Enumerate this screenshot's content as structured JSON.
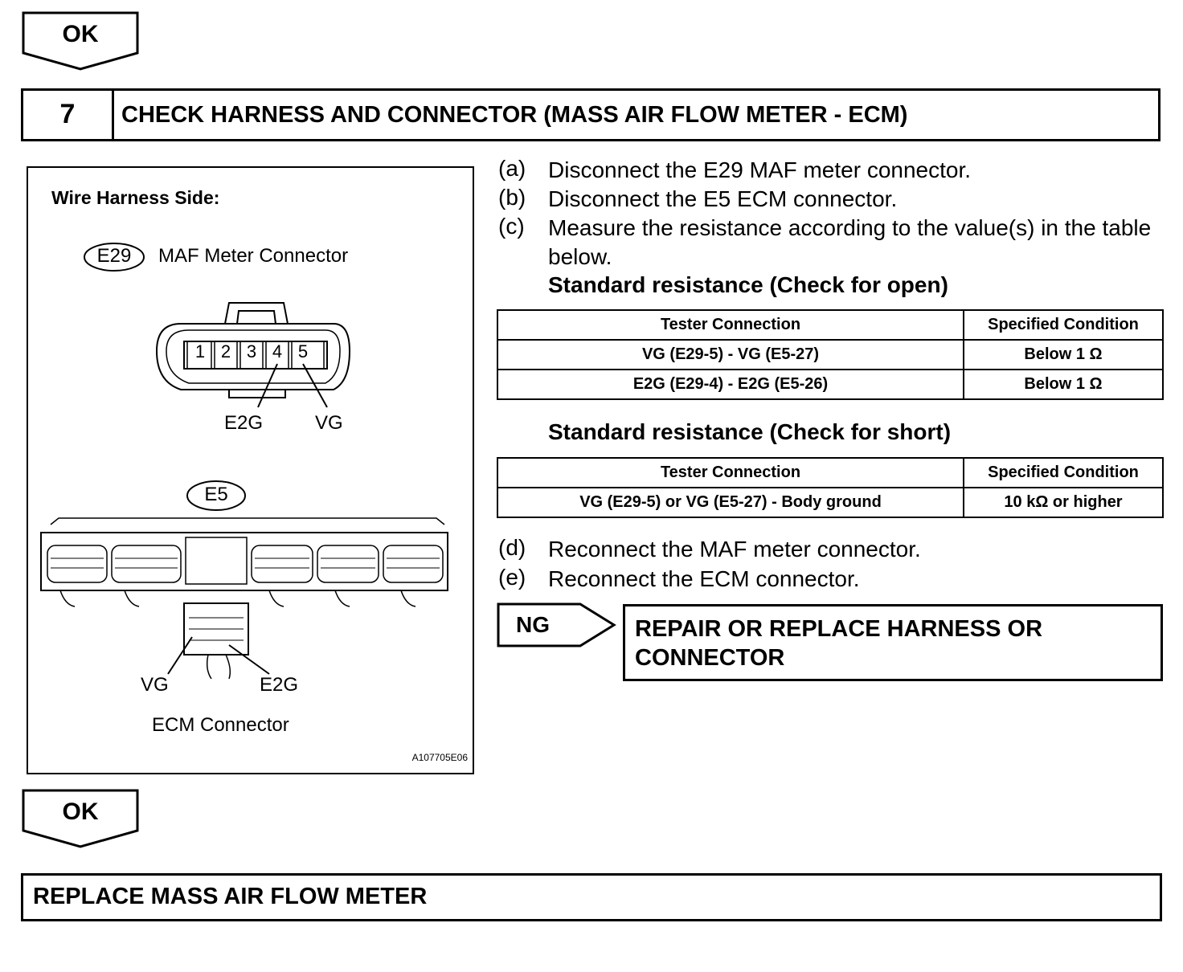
{
  "top_arrow": {
    "label": "OK"
  },
  "step": {
    "number": "7",
    "title": "CHECK HARNESS AND CONNECTOR (MASS AIR FLOW METER - ECM)"
  },
  "figure": {
    "heading": "Wire Harness Side:",
    "e29_code": "E29",
    "e29_label": "MAF Meter Connector",
    "pins": [
      "1",
      "2",
      "3",
      "4",
      "5"
    ],
    "pin_e2g": "E2G",
    "pin_vg": "VG",
    "e5_code": "E5",
    "ecm_vg": "VG",
    "ecm_e2g": "E2G",
    "ecm_label": "ECM Connector",
    "figure_id": "A107705E06"
  },
  "instructions": [
    {
      "label": "(a)",
      "text": "Disconnect the E29 MAF meter connector."
    },
    {
      "label": "(b)",
      "text": "Disconnect the E5 ECM connector."
    },
    {
      "label": "(c)",
      "text": "Measure the resistance according to the value(s) in the table below."
    }
  ],
  "std_open": "Standard resistance (Check for open)",
  "table_open": {
    "headers": [
      "Tester Connection",
      "Specified Condition"
    ],
    "rows": [
      [
        "VG (E29-5) - VG (E5-27)",
        "Below 1 Ω"
      ],
      [
        "E2G (E29-4) - E2G (E5-26)",
        "Below 1 Ω"
      ]
    ]
  },
  "std_short": "Standard resistance (Check for short)",
  "table_short": {
    "headers": [
      "Tester Connection",
      "Specified Condition"
    ],
    "rows": [
      [
        "VG (E29-5) or VG (E5-27) - Body ground",
        "10 kΩ or higher"
      ]
    ]
  },
  "instructions_after": [
    {
      "label": "(d)",
      "text": "Reconnect the MAF meter connector."
    },
    {
      "label": "(e)",
      "text": "Reconnect the ECM connector."
    }
  ],
  "ng_arrow": {
    "label": "NG"
  },
  "ng_action": "REPAIR OR REPLACE HARNESS OR CONNECTOR",
  "bottom_arrow": {
    "label": "OK"
  },
  "final_action": "REPLACE MASS AIR FLOW METER"
}
